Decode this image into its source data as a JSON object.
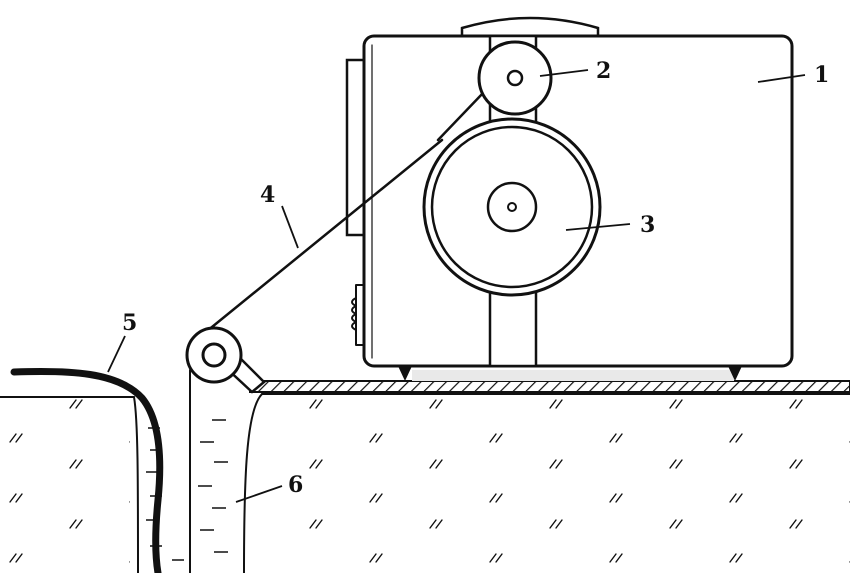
{
  "colors": {
    "ink": "#111111",
    "paper": "#ffffff",
    "plate_light": "#e9e9e9"
  },
  "labels": {
    "l1": "1",
    "l2": "2",
    "l3": "3",
    "l4": "4",
    "l5": "5",
    "l6": "6"
  }
}
